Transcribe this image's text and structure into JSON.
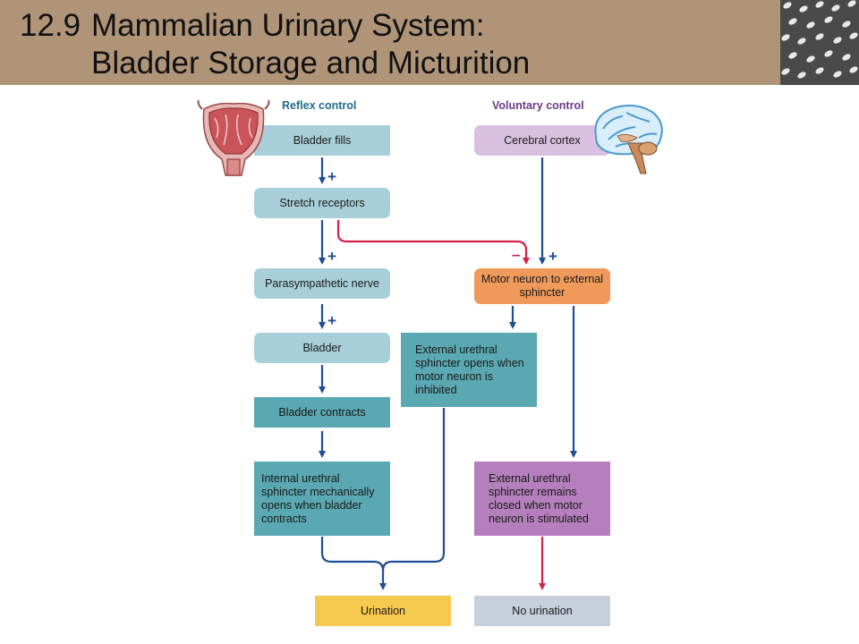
{
  "slide": {
    "title_number": "12.9",
    "title_line1": "Mammalian Urinary System:",
    "title_line2": "Bladder Storage and Micturition"
  },
  "diagram": {
    "reflex_heading": "Reflex control",
    "voluntary_heading": "Voluntary control",
    "nodes": {
      "bladder_fills": "Bladder fills",
      "stretch_receptors": "Stretch receptors",
      "parasympathetic_nerve": "Parasympathetic nerve",
      "bladder": "Bladder",
      "bladder_contracts": "Bladder contracts",
      "internal_sphincter": "Internal urethral sphincter mechanically opens when bladder contracts",
      "cerebral_cortex": "Cerebral cortex",
      "motor_neuron": "Motor neuron to external sphincter",
      "external_opens": "External urethral sphincter opens when motor neuron is inhibited",
      "external_closed": "External urethral sphincter remains closed when motor neuron is stimulated",
      "urination": "Urination",
      "no_urination": "No urination"
    },
    "signs": {
      "plus": "+",
      "minus": "–"
    }
  },
  "colors": {
    "header_bg": "#b09478",
    "light_teal": "#a8cfd9",
    "dark_teal": "#5aa8b2",
    "lavender": "#d9bfe0",
    "orange": "#ef9a5a",
    "purple": "#b57fbd",
    "yellow": "#f5c84e",
    "grey": "#c7cfdc",
    "arrow_blue": "#1f4e96",
    "arrow_red": "#d6204a",
    "reflex_text": "#1f6b8a",
    "voluntary_text": "#6a3a8a"
  },
  "icons": [
    "bladder-illustration",
    "brain-illustration",
    "feather-pattern"
  ]
}
